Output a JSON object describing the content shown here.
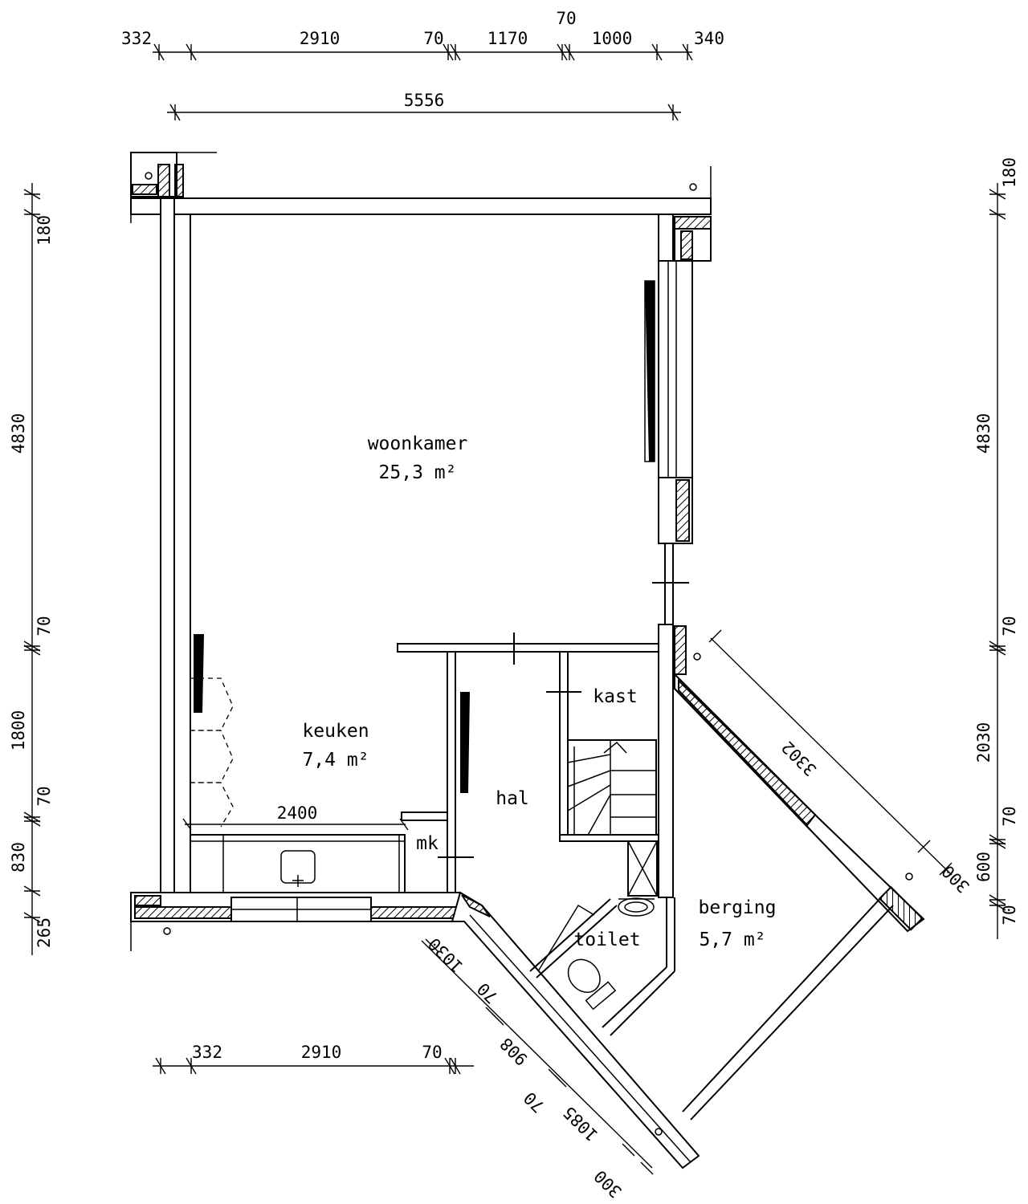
{
  "rooms": {
    "woonkamer": {
      "name": "woonkamer",
      "area": "25,3 m²"
    },
    "keuken": {
      "name": "keuken",
      "area": "7,4 m²"
    },
    "hal": {
      "name": "hal"
    },
    "kast": {
      "name": "kast"
    },
    "mk": {
      "name": "mk"
    },
    "toilet": {
      "name": "toilet"
    },
    "berging": {
      "name": "berging",
      "area": "5,7 m²"
    }
  },
  "dimensions": {
    "top_row": [
      "332",
      "2910",
      "70",
      "1170",
      "70",
      "1000",
      "340"
    ],
    "overall_width": "5556",
    "left_column": [
      "180",
      "4830",
      "70",
      "1800",
      "70",
      "830",
      "265"
    ],
    "right_column": [
      "180",
      "4830",
      "70",
      "2030",
      "70",
      "600",
      "70"
    ],
    "bottom_row": [
      "332",
      "2910",
      "70"
    ],
    "kitchen_counter": "2400",
    "diagonal_facade": [
      "1030",
      "70",
      "908",
      "70",
      "1085",
      "300"
    ],
    "diagonal_storage": [
      "3302",
      "300"
    ]
  }
}
